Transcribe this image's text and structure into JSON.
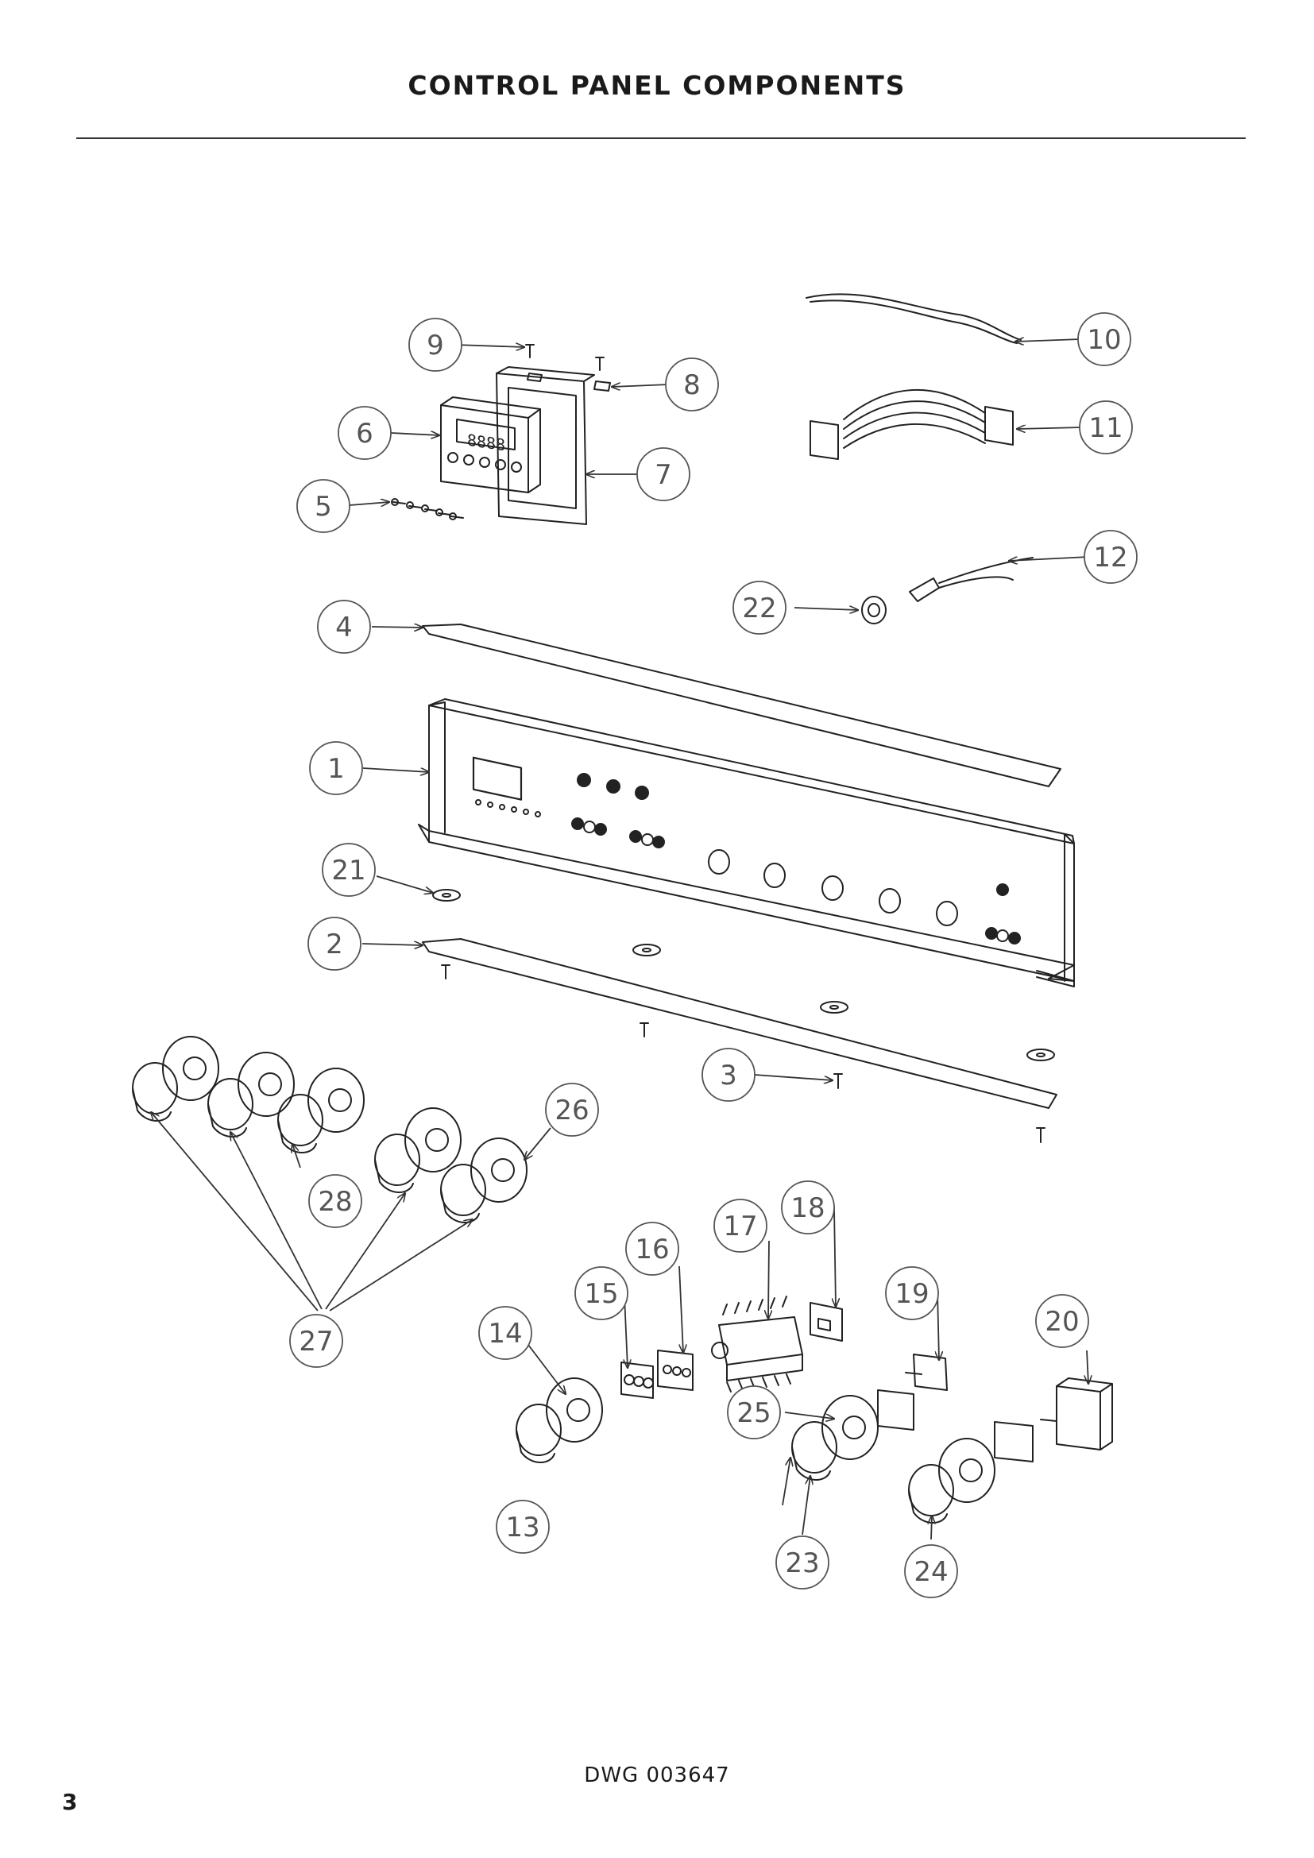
{
  "header": {
    "title": "CONTROL PANEL COMPONENTS"
  },
  "footer": {
    "drawing_number": "DWG 003647",
    "page_number": "3"
  },
  "callouts": [
    {
      "label": "1"
    },
    {
      "label": "2"
    },
    {
      "label": "3"
    },
    {
      "label": "4"
    },
    {
      "label": "5"
    },
    {
      "label": "6"
    },
    {
      "label": "7"
    },
    {
      "label": "8"
    },
    {
      "label": "9"
    },
    {
      "label": "10"
    },
    {
      "label": "11"
    },
    {
      "label": "12"
    },
    {
      "label": "13"
    },
    {
      "label": "14"
    },
    {
      "label": "15"
    },
    {
      "label": "16"
    },
    {
      "label": "17"
    },
    {
      "label": "18"
    },
    {
      "label": "19"
    },
    {
      "label": "20"
    },
    {
      "label": "21"
    },
    {
      "label": "22"
    },
    {
      "label": "23"
    },
    {
      "label": "24"
    },
    {
      "label": "25"
    },
    {
      "label": "26"
    },
    {
      "label": "27"
    },
    {
      "label": "28"
    }
  ],
  "display": {
    "readout": "8888"
  }
}
